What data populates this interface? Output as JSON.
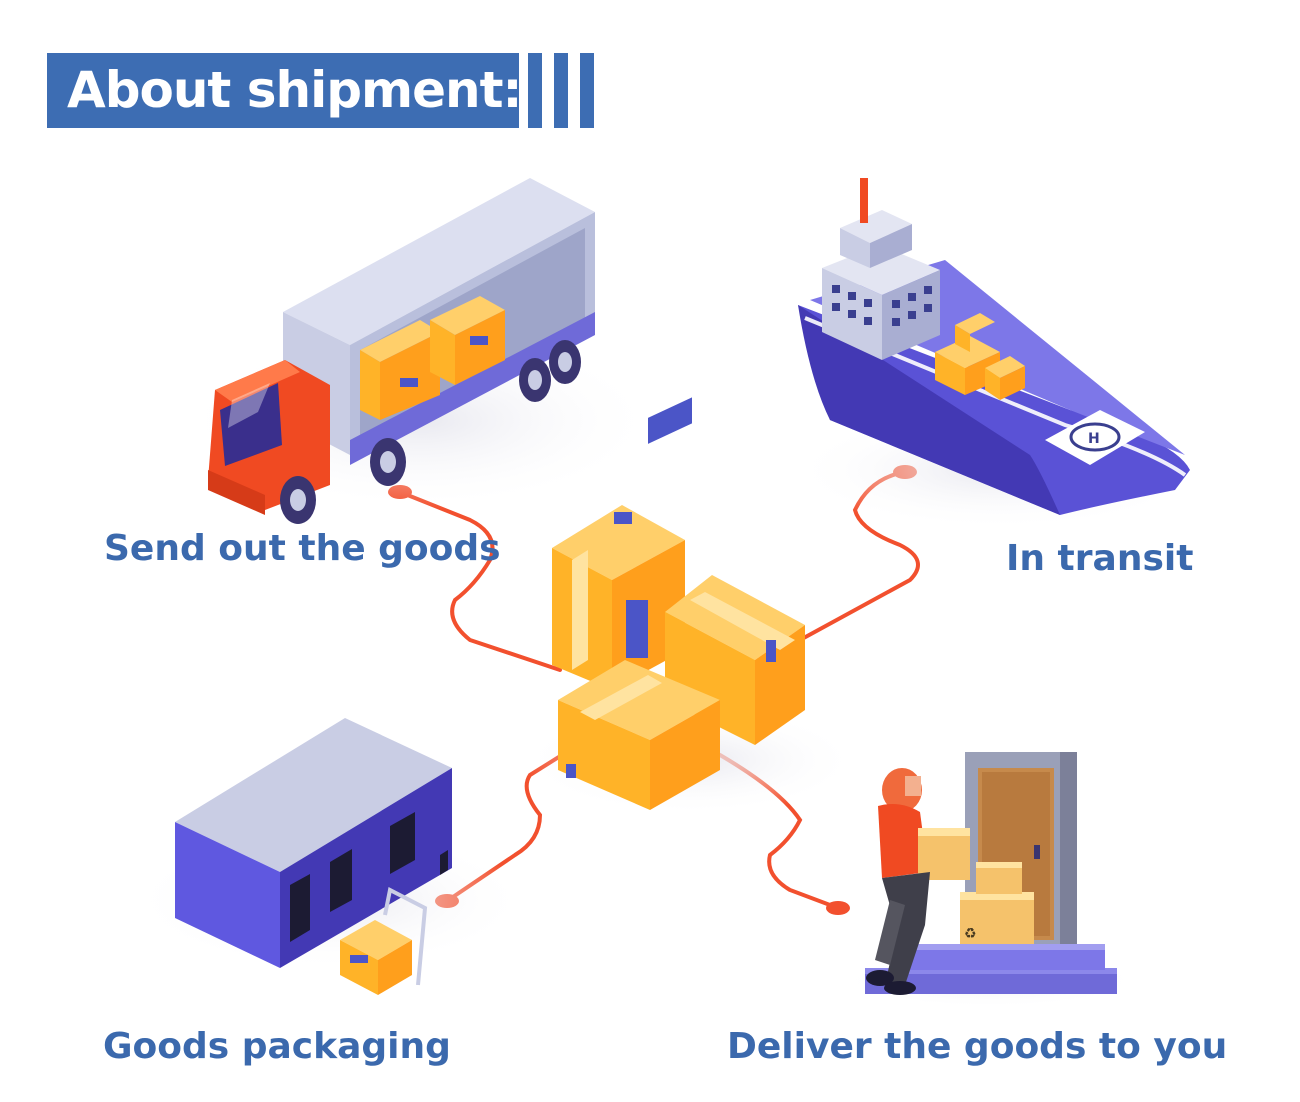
{
  "header": {
    "title": "About shipment:"
  },
  "steps": {
    "send": "Send out the goods",
    "transit": "In transit",
    "packaging": "Goods packaging",
    "deliver": "Deliver the goods to you"
  },
  "colors": {
    "brand_blue": "#3d6db3",
    "label_blue": "#3b69ad",
    "connector_red": "#f2502e",
    "box_orange": "#ffb328",
    "ship_purple": "#5a52d6"
  },
  "icons": {
    "send": "delivery-truck-icon",
    "transit": "cargo-ship-icon",
    "packaging": "warehouse-icon",
    "deliver": "courier-delivery-icon",
    "hub": "parcel-boxes-icon"
  }
}
